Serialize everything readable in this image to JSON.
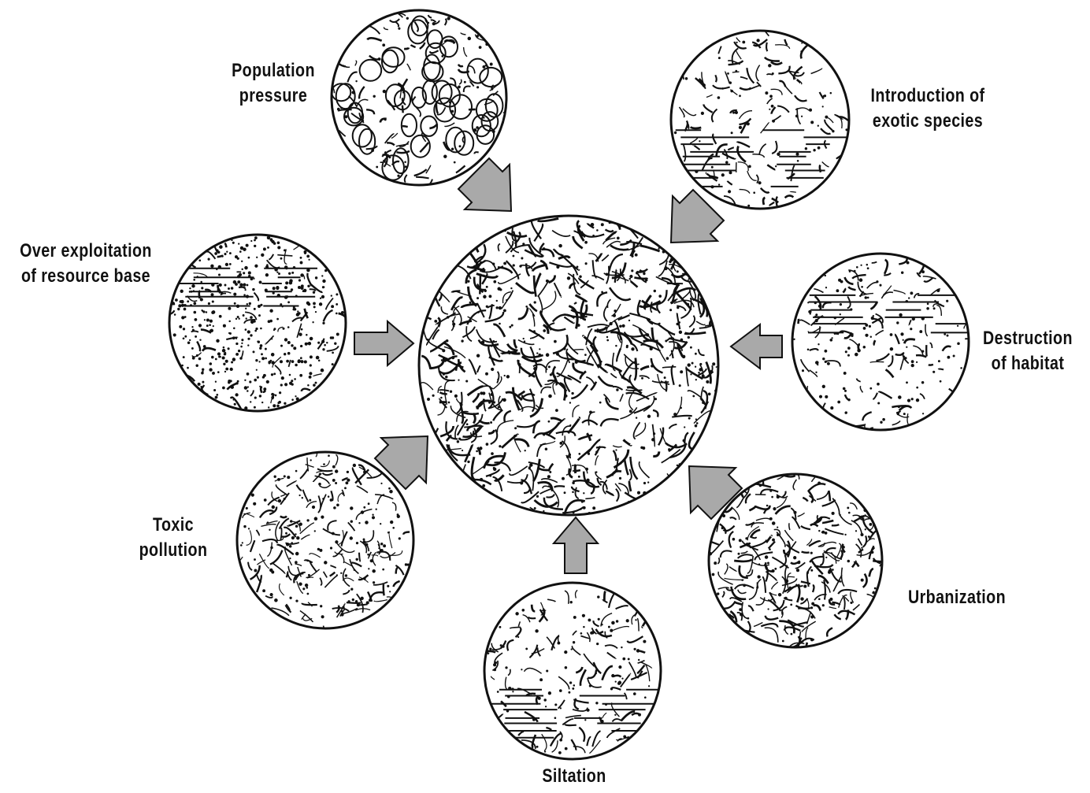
{
  "diagram": {
    "center": {
      "name": "Central ecosystem illustration",
      "icon": "ocean-ecosystem-illustration"
    },
    "causes": [
      {
        "key": "population",
        "lines": [
          "Population",
          "pressure"
        ],
        "icon": "crowd-illustration"
      },
      {
        "key": "exotic",
        "lines": [
          "Introduction of",
          "exotic species"
        ],
        "icon": "fisherman-illustration"
      },
      {
        "key": "habitat",
        "lines": [
          "Destruction",
          "of habitat"
        ],
        "icon": "canoe-reef-illustration"
      },
      {
        "key": "urban",
        "lines": [
          "Urbanization"
        ],
        "icon": "factory-city-illustration"
      },
      {
        "key": "siltation",
        "lines": [
          "Siltation"
        ],
        "icon": "coastline-illustration"
      },
      {
        "key": "toxic",
        "lines": [
          "Toxic",
          "pollution"
        ],
        "icon": "river-map-illustration"
      },
      {
        "key": "overexploit",
        "lines": [
          "Over exploitation",
          "of resource base"
        ],
        "icon": "fishing-boat-illustration"
      }
    ],
    "colors": {
      "arrow_fill": "#a9a9a9",
      "stroke": "#111111",
      "background": "#ffffff"
    }
  }
}
